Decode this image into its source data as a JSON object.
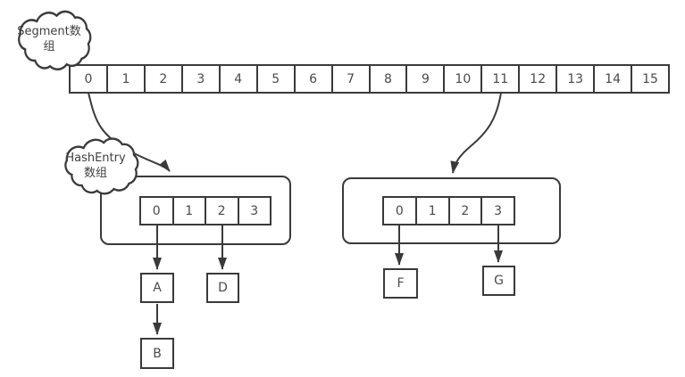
{
  "clouds": {
    "segment": {
      "line1": "Segment数",
      "line2": "组"
    },
    "hashentry": {
      "line1": "HashEntry",
      "line2": "数组"
    }
  },
  "segment_array": {
    "cells": [
      "0",
      "1",
      "2",
      "3",
      "4",
      "5",
      "6",
      "7",
      "8",
      "9",
      "10",
      "11",
      "12",
      "13",
      "14",
      "15"
    ]
  },
  "left_bucket": {
    "cells": [
      "0",
      "1",
      "2",
      "3"
    ]
  },
  "right_bucket": {
    "cells": [
      "0",
      "1",
      "2",
      "3"
    ]
  },
  "nodes": {
    "a": "A",
    "b": "B",
    "d": "D",
    "f": "F",
    "g": "G"
  },
  "colors": {
    "stroke": "#3a3a3a",
    "text": "#4a4a4a",
    "background": "#ffffff"
  }
}
